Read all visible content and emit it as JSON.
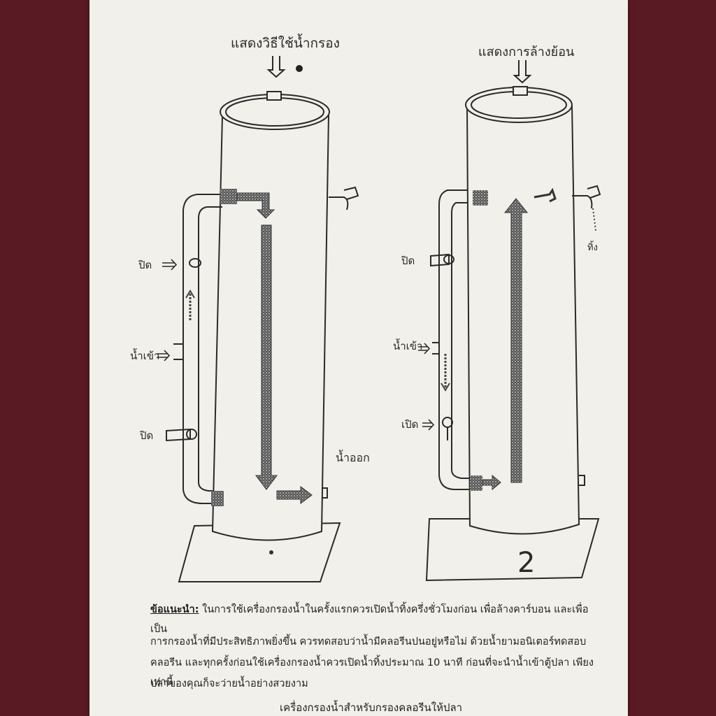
{
  "left_panel": {
    "title": "แสดงวิธีใช้น้ำกรอง",
    "valve_top": "ปิด",
    "water_in": "น้ำเข้า",
    "valve_bottom": "ปิด",
    "water_out": "น้ำออก"
  },
  "right_panel": {
    "title": "แสดงการล้างย้อน",
    "valve_top": "ปิด",
    "water_in": "น้ำเข้า",
    "valve_bottom": "เปิด",
    "discharge": "ทิ้ง",
    "page_number": "2"
  },
  "advice": {
    "label": "ข้อแนะนำ:",
    "line1": "ในการใช้เครื่องกรองน้ำในครั้งแรกควรเปิดน้ำทิ้งครึ่งชั่วโมงก่อน เพื่อล้างคาร์บอน และเพื่อเป็น",
    "line2": "การกรองน้ำที่มีประสิทธิภาพยิ่งขึ้น ควรทดสอบว่าน้ำมีคลอรีนปนอยู่หรือไม่ ด้วยน้ำยามอนิเตอร์ทดสอบ",
    "line3": "คลอรีน และทุกครั้งก่อนใช้เครื่องกรองน้ำควรเปิดน้ำทิ้งประมาณ 10 นาที ก่อนที่จะนำน้ำเข้าตู้ปลา เพียงเท่านี้",
    "line4": "ปลาของคุณก็จะว่ายน้ำอย่างสวยงาม"
  },
  "caption": "เครื่องกรองน้ำสำหรับกรองคลอรีนให้ปลา",
  "colors": {
    "paper": "#f1f0ea",
    "ink": "#2a2a2a",
    "background": "#5a1a24"
  }
}
